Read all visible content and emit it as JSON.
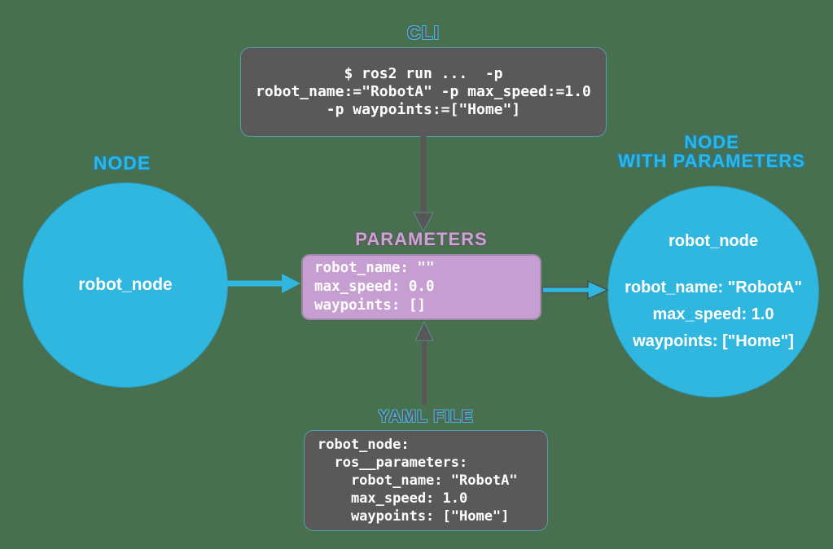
{
  "colors": {
    "background": "#48704e",
    "node_cyan": "#30b7e0",
    "box_dark_gray": "#595959",
    "parameters_purple": "#c79ed1",
    "text_white": "#ffffff"
  },
  "cli": {
    "label": "CLI",
    "lines": [
      "$ ros2 run ...  -p",
      "robot_name:=\"RobotA\" -p max_speed:=1.0",
      "-p waypoints:=[\"Home\"]"
    ]
  },
  "node": {
    "label": "NODE",
    "name": "robot_node"
  },
  "parameters": {
    "label": "PARAMETERS",
    "lines": [
      "robot_name: \"\"",
      "max_speed: 0.0",
      "waypoints: []"
    ]
  },
  "node_with_parameters": {
    "label_line1": "NODE",
    "label_line2": "WITH PARAMETERS",
    "name": "robot_node",
    "lines": [
      "robot_name: \"RobotA\"",
      "max_speed: 1.0",
      "waypoints: [\"Home\"]"
    ]
  },
  "yaml": {
    "label": "YAML FILE",
    "lines": [
      "robot_node:",
      "  ros__parameters:",
      "    robot_name: \"RobotA\"",
      "    max_speed: 1.0",
      "    waypoints: [\"Home\"]"
    ]
  }
}
